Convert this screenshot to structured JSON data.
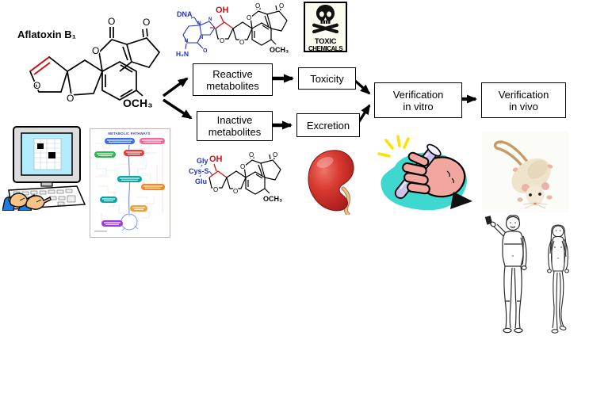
{
  "structures": {
    "aflatoxin_b1": {
      "name": "Aflatoxin B₁",
      "och3": "OCH₃",
      "atom_o": "O"
    },
    "dna_adduct": {
      "dna": "DNA",
      "oh": "OH",
      "h2n": "H₂N",
      "och3": "OCH₃",
      "atom_o": "O",
      "atom_n": "N"
    },
    "gsh_adduct": {
      "gly": "Gly",
      "cys_s": "Cys-S",
      "glu": "Glu",
      "oh": "OH",
      "och3": "OCH₃",
      "atom_o": "O"
    }
  },
  "flowchart": {
    "reactive_line1": "Reactive",
    "reactive_line2": "metabolites",
    "inactive_line1": "Inactive",
    "inactive_line2": "metabolites",
    "toxicity": "Toxicity",
    "excretion": "Excretion",
    "vitro_line1": "Verification",
    "vitro_line2": "in vitro",
    "vivo_line1": "Verification",
    "vivo_line2": "in vivo"
  },
  "toxic_sign": {
    "line1": "TOXIC",
    "line2": "CHEMICALS"
  },
  "metabolic_map": {
    "title": "METABOLIC PATHWAYS"
  },
  "colors": {
    "structure_highlight_red": "#cc1111",
    "biomolecule_blue": "#2233bb",
    "map_accent_teal": "#12a3a3",
    "kidney_red": "#c62b22",
    "splash_teal": "#3fd8cf",
    "test_tube_lavender": "#cdc3ef",
    "screen_blue": "#b3ecfc",
    "spark_yellow": "#ffe100"
  }
}
